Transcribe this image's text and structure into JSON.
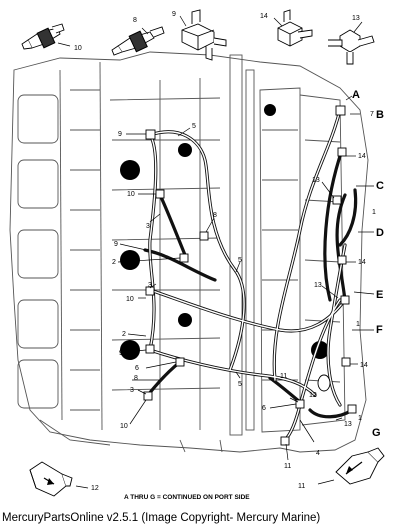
{
  "part_numbers": {
    "p1": "1",
    "p2": "2",
    "p3": "3",
    "p4": "4",
    "p5": "5",
    "p6": "6",
    "p7": "7",
    "p8": "8",
    "p9": "9",
    "p10": "10",
    "p11": "11",
    "p12": "12",
    "p13": "13",
    "p14": "14"
  },
  "connection_letters": {
    "a": "A",
    "b": "B",
    "c": "C",
    "d": "D",
    "e": "E",
    "f": "F",
    "g": "G"
  },
  "note": "A THRU G = CONTINUED ON PORT SIDE",
  "footer": "MercuryPartsOnline v2.5.1 (Image Copyright- Mercury Marine)"
}
